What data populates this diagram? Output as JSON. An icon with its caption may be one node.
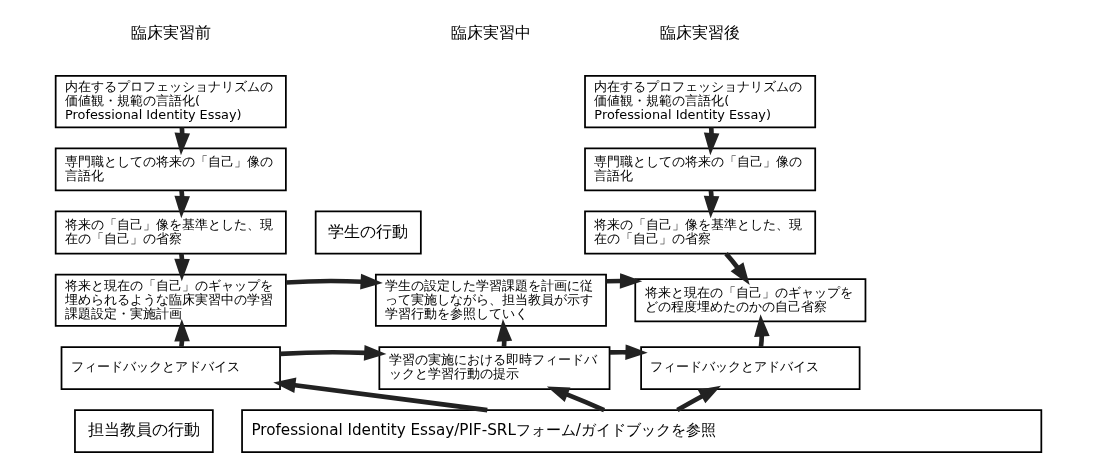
{
  "diagram": {
    "nodes": [
      {
        "text": [
          "内在するプロフェッショナリズムの価値観・規範の言語化(Professional Identity Essay)"
        ]
      },
      {
        "text": [
          "専門職としての将来の「自己」像の言語化"
        ]
      },
      {
        "text": [
          "将来の「自己」像を基準とした、現在の「自己」の省察"
        ]
      },
      {
        "text": [
          "将来と現在の「自己」のギャップを埋められるような臨床実習中の学習課題設定・実施計画"
        ]
      },
      {
        "text": [
          "フィードバックとアドバイス"
        ]
      },
      {
        "text": [
          "学生の設定した学習課題を計画に従って実施しながら、担当教員が示す学習行動を参照していく"
        ]
      },
      {
        "text": [
          "学習の実施における即時フィードバックと学習行動の提示"
        ]
      },
      {
        "text": [
          "内在するプロフェッショナリズムの価値観・規範の言語化(Professional Identity Essay)"
        ]
      },
      {
        "text": [
          "専門職としての将来の「自己」像の言語化"
        ]
      },
      {
        "text": [
          "将来の「自己」像を基準とした、現在の「自己」の省察"
        ]
      },
      {
        "text": [
          "将来と現在の「自己」のギャップをどの程度埋めたのかの自己省察"
        ]
      },
      {
        "text": [
          "フィードバックとアドバイス"
        ]
      },
      {
        "text": [
          "Professional Identity Essay/PIF-SRLフォーム/ガイドブックを参照"
        ]
      },
      {
        "text": [
          "学生の行動"
        ]
      },
      {
        "text": [
          "担当教員の行動"
        ]
      }
    ],
    "edges": [
      {
        "from": 0,
        "to": 1,
        "arrow": "to"
      },
      {
        "from": 1,
        "to": 2,
        "arrow": "to"
      },
      {
        "from": 2,
        "to": 3,
        "arrow": "to"
      },
      {
        "from": 4,
        "to": 3,
        "arrow": "to"
      },
      {
        "from": 3,
        "to": 5,
        "arrow": "to"
      },
      {
        "from": 4,
        "to": 6,
        "arrow": "to"
      },
      {
        "from": 6,
        "to": 5,
        "arrow": "to"
      },
      {
        "from": 5,
        "to": 10,
        "arrow": "to"
      },
      {
        "from": 6,
        "to": 11,
        "arrow": "to"
      },
      {
        "from": 7,
        "to": 8,
        "arrow": "to"
      },
      {
        "from": 8,
        "to": 9,
        "arrow": "to"
      },
      {
        "from": 9,
        "to": 10,
        "arrow": "to"
      },
      {
        "from": 11,
        "to": 10,
        "arrow": "to"
      },
      {
        "from": 12,
        "to": 4,
        "arrow": "to"
      },
      {
        "from": 12,
        "to": 6,
        "arrow": "to"
      },
      {
        "from": 12,
        "to": 11,
        "arrow": "to"
      }
    ],
    "labels": [
      "臨床実習前",
      "臨床実習中",
      "臨床実習後"
    ]
  }
}
